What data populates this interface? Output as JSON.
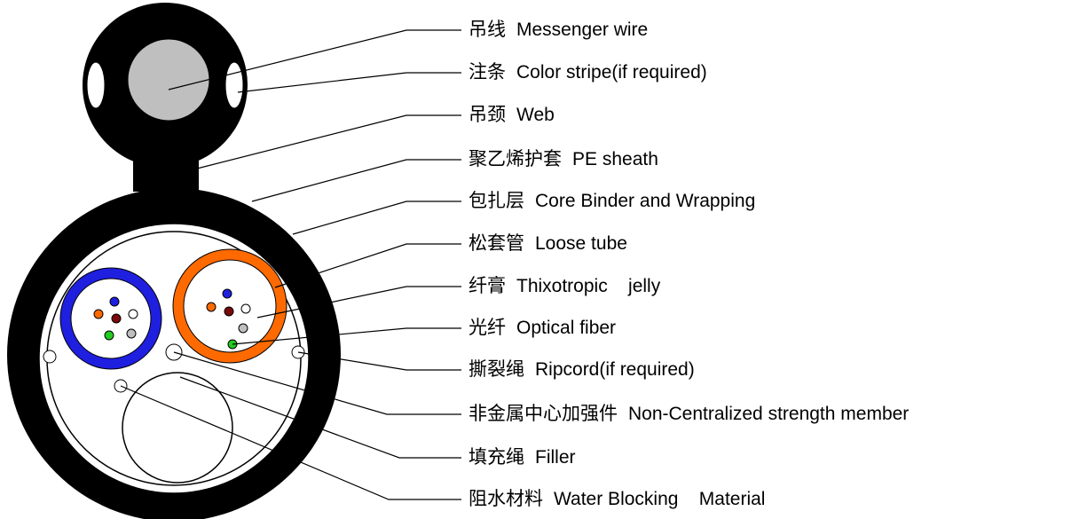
{
  "diagram": {
    "labels": [
      {
        "zh": "吊线",
        "en": "Messenger wire"
      },
      {
        "zh": "注条",
        "en": "Color stripe(if required)"
      },
      {
        "zh": "吊颈",
        "en": "Web"
      },
      {
        "zh": "聚乙烯护套",
        "en": "PE sheath"
      },
      {
        "zh": "包扎层",
        "en": "Core Binder and Wrapping"
      },
      {
        "zh": "松套管",
        "en": "Loose tube"
      },
      {
        "zh": "纤膏",
        "en": "Thixotropic    jelly"
      },
      {
        "zh": "光纤",
        "en": "Optical fiber"
      },
      {
        "zh": "撕裂绳",
        "en": "Ripcord(if required)"
      },
      {
        "zh": "非金属中心加强件",
        "en": "Non-Centralized strength member"
      },
      {
        "zh": "填充绳",
        "en": "Filler"
      },
      {
        "zh": "阻水材料",
        "en": "Water Blocking    Material"
      }
    ],
    "colors": {
      "sheath": "#000000",
      "messenger": "#bfbfbf",
      "tube_blue": "#1f1fe0",
      "tube_orange": "#ff6a00",
      "fiber_blue": "#1f1fe0",
      "fiber_orange": "#ff6a00",
      "fiber_brown": "#7a0a0a",
      "fiber_white": "#ffffff",
      "fiber_green": "#22cc22",
      "fiber_grey": "#bfbfbf"
    }
  }
}
